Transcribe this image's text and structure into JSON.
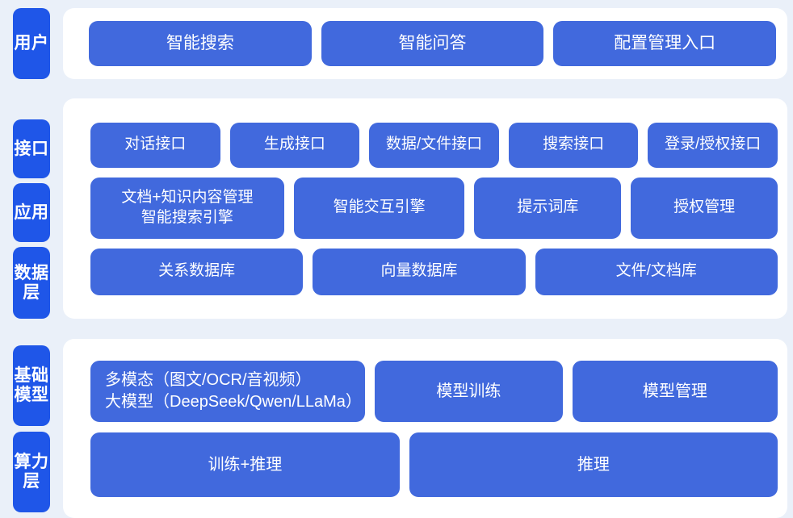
{
  "theme": {
    "page_background": "#eaf0f9",
    "panel_background": "#ffffff",
    "tier_tab_color": "#1f56e8",
    "node_color": "#4169dd",
    "text_color": "#ffffff"
  },
  "sections": [
    {
      "id": "user",
      "tiers": [
        {
          "label": "用户"
        }
      ],
      "rows": [
        {
          "id": "user-entries",
          "nodes": [
            {
              "label": "智能搜索",
              "flex": 1
            },
            {
              "label": "智能问答",
              "flex": 1
            },
            {
              "label": "配置管理入口",
              "flex": 1
            }
          ]
        }
      ]
    },
    {
      "id": "mid",
      "tiers": [
        {
          "label": "接口"
        },
        {
          "label": "应用"
        },
        {
          "label": "数据层"
        }
      ],
      "rows": [
        {
          "id": "interface",
          "nodes": [
            {
              "label": "对话接口",
              "flex": 1
            },
            {
              "label": "生成接口",
              "flex": 1
            },
            {
              "label": "数据/文件接口",
              "flex": 1
            },
            {
              "label": "搜索接口",
              "flex": 1
            },
            {
              "label": "登录/授权接口",
              "flex": 1
            }
          ]
        },
        {
          "id": "application",
          "nodes": [
            {
              "label": "文档+知识内容管理\n智能搜索引擎",
              "flex": 1.35
            },
            {
              "label": "智能交互引擎",
              "flex": 1.18
            },
            {
              "label": "提示词库",
              "flex": 1
            },
            {
              "label": "授权管理",
              "flex": 1
            }
          ]
        },
        {
          "id": "data",
          "nodes": [
            {
              "label": "关系数据库",
              "flex": 1
            },
            {
              "label": "向量数据库",
              "flex": 1
            },
            {
              "label": "文件/文档库",
              "flex": 1.15
            }
          ]
        }
      ]
    },
    {
      "id": "bottom",
      "tiers": [
        {
          "label": "基础模型"
        },
        {
          "label": "算力层"
        }
      ],
      "rows": [
        {
          "id": "model",
          "nodes": [
            {
              "label": "多模态（图文/OCR/音视频）\n大模型（DeepSeek/Qwen/LLaMa）",
              "flex": 1.45,
              "multiline": true
            },
            {
              "label": "模型训练",
              "flex": 1
            },
            {
              "label": "模型管理",
              "flex": 1.1
            }
          ]
        },
        {
          "id": "compute",
          "nodes": [
            {
              "label": "训练+推理",
              "flex": 1
            },
            {
              "label": "推理",
              "flex": 1.2
            }
          ]
        }
      ]
    }
  ]
}
